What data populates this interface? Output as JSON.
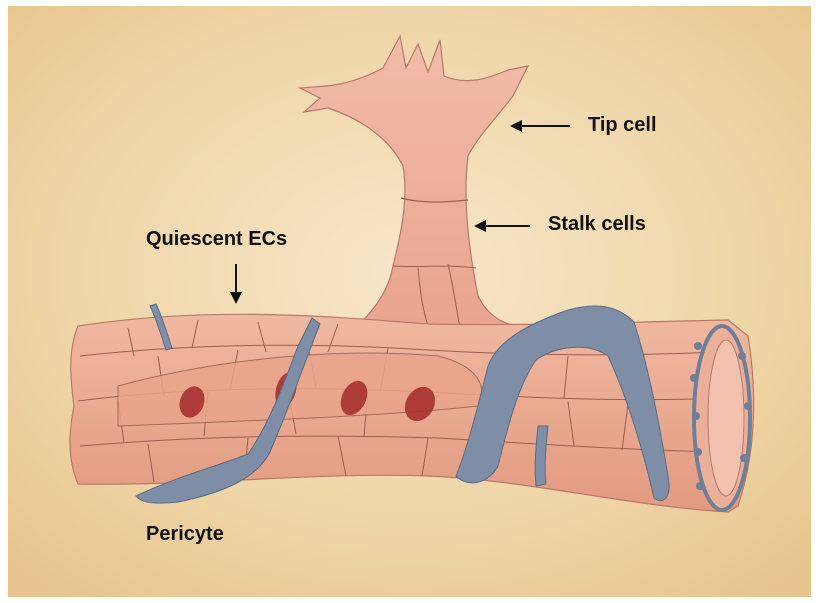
{
  "diagram": {
    "labels": {
      "tip_cell": "Tip cell",
      "stalk_cells": "Stalk cells",
      "quiescent_ecs": "Quiescent ECs",
      "pericyte": "Pericyte"
    },
    "colors": {
      "paper": "#f2ddb8",
      "vessel": "#e8a78f",
      "vessel_outline": "#8a5a4a",
      "pericyte": "#7e8ea6",
      "nucleus": "#a8322f",
      "text": "#111111"
    }
  }
}
